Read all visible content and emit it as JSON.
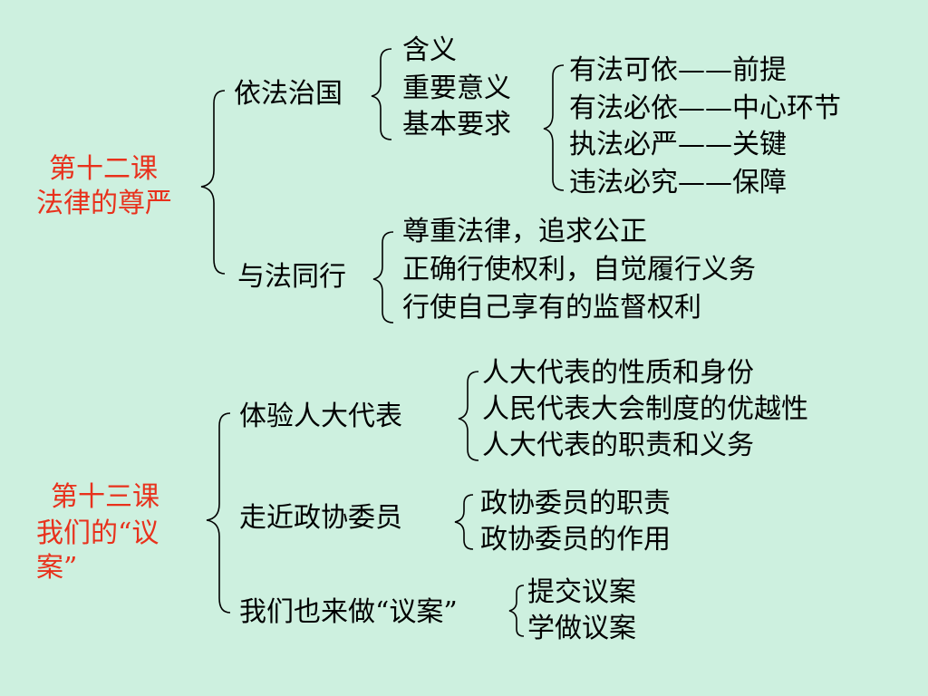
{
  "lesson12": {
    "title": [
      "第十二课",
      "法律的尊严"
    ],
    "rule_of_law": {
      "label": "依法治国",
      "items": [
        "含义",
        "重要意义",
        "基本要求"
      ],
      "requirements": [
        "有法可依——前提",
        "有法必依——中心环节",
        "执法必严——关键",
        "违法必究——保障"
      ]
    },
    "walk_with_law": {
      "label": "与法同行",
      "items": [
        "尊重法律，追求公正",
        "正确行使权利，自觉履行义务",
        "行使自己享有的监督权利"
      ]
    }
  },
  "lesson13": {
    "title": [
      "第十三课",
      "我们的“议",
      "案”"
    ],
    "deputy": {
      "label": "体验人大代表",
      "items": [
        "人大代表的性质和身份",
        "人民代表大会制度的优越性",
        "人大代表的职责和义务"
      ]
    },
    "cppcc": {
      "label": "走近政协委员",
      "items": [
        "政协委员的职责",
        "政协委员的作用"
      ]
    },
    "proposal": {
      "label": "我们也来做“议案”",
      "items": [
        "提交议案",
        "学做议案"
      ]
    }
  },
  "colors": {
    "background": "#cdf0df",
    "lesson_title": "#e8311c",
    "text": "#000000"
  }
}
